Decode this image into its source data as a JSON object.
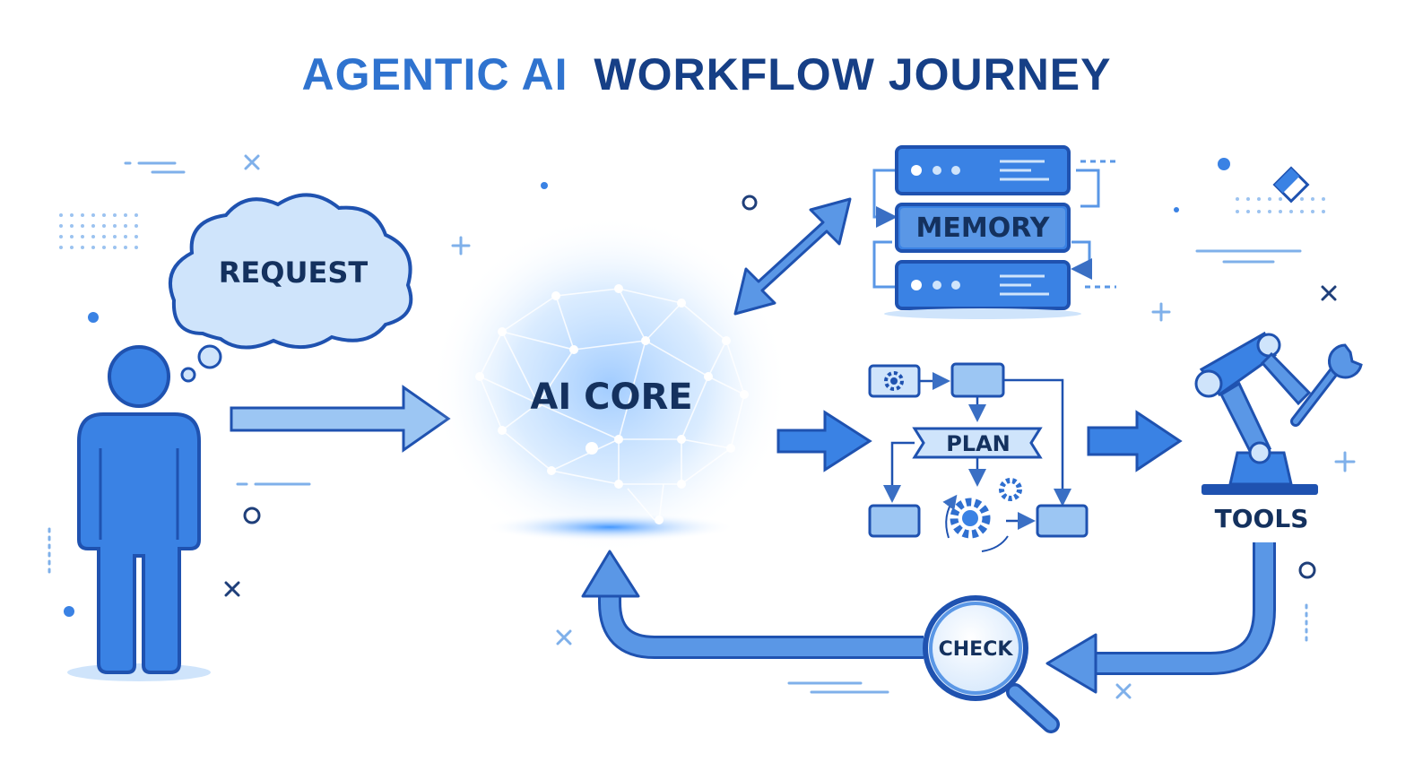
{
  "title": {
    "part1": "AGENTIC AI",
    "part2": "WORKFLOW JOURNEY"
  },
  "nodes": {
    "request": "REQUEST",
    "ai_core": "AI CORE",
    "memory": "MEMORY",
    "plan": "PLAN",
    "tools": "TOOLS",
    "check": "CHECK"
  },
  "colors": {
    "primary": "#3a82e4",
    "light": "#8fbff2",
    "pale": "#cfe4fb",
    "dark": "#1f52b0",
    "navy": "#14315e"
  }
}
